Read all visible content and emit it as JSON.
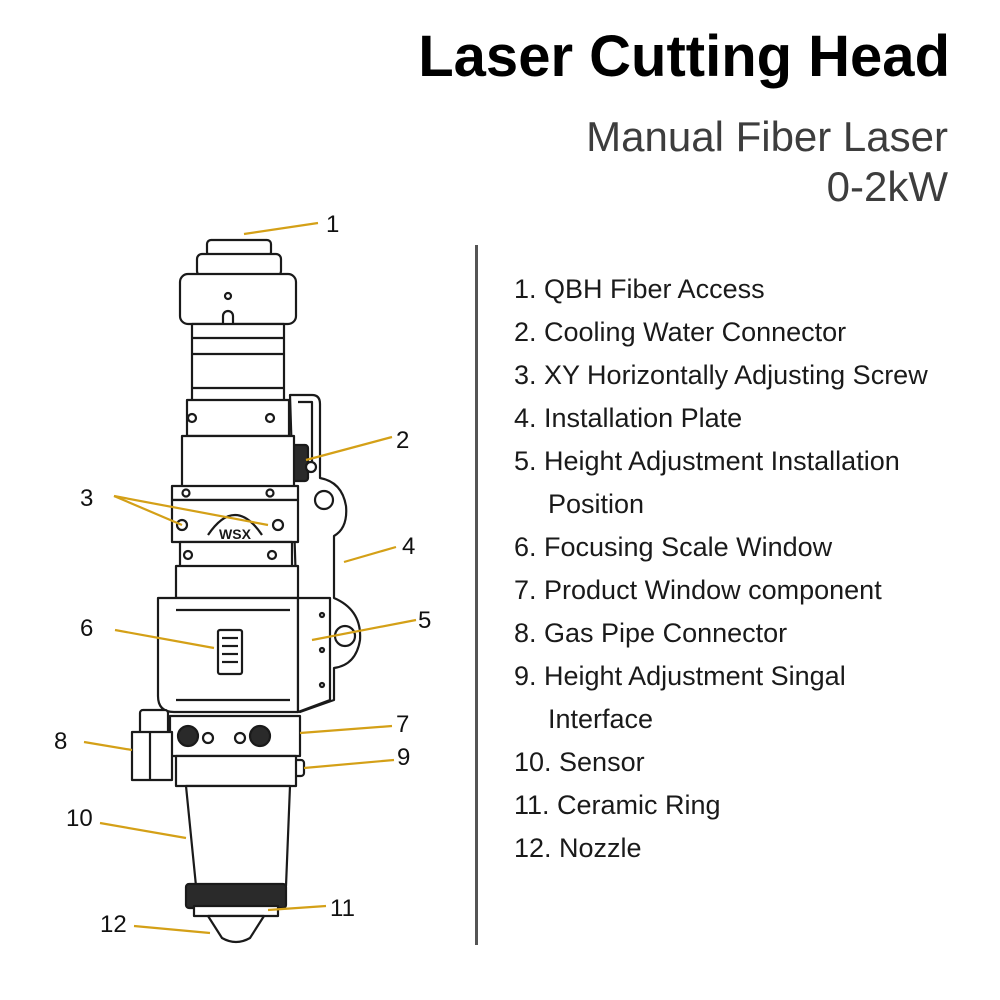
{
  "title": "Laser Cutting Head",
  "subtitle": [
    "Manual Fiber Laser",
    "0-2kW"
  ],
  "logo_text": "WSX",
  "callouts": [
    "1",
    "2",
    "3",
    "4",
    "5",
    "6",
    "7",
    "8",
    "9",
    "10",
    "11",
    "12"
  ],
  "legend": [
    {
      "lines": [
        "1. QBH Fiber Access"
      ]
    },
    {
      "lines": [
        "2. Cooling Water Connector"
      ]
    },
    {
      "lines": [
        "3. XY Horizontally Adjusting Screw"
      ]
    },
    {
      "lines": [
        "4. Installation Plate"
      ]
    },
    {
      "lines": [
        "5. Height Adjustment Installation",
        "Position"
      ]
    },
    {
      "lines": [
        "6. Focusing Scale Window"
      ]
    },
    {
      "lines": [
        "7. Product Window component"
      ]
    },
    {
      "lines": [
        "8. Gas Pipe Connector"
      ]
    },
    {
      "lines": [
        "9. Height Adjustment Singal",
        "Interface"
      ]
    },
    {
      "lines": [
        "10. Sensor"
      ]
    },
    {
      "lines": [
        "11. Ceramic Ring"
      ]
    },
    {
      "lines": [
        "12. Nozzle"
      ]
    }
  ],
  "colors": {
    "leader": "#d4a017",
    "outline": "#1a1a1a",
    "divider": "#555555"
  }
}
